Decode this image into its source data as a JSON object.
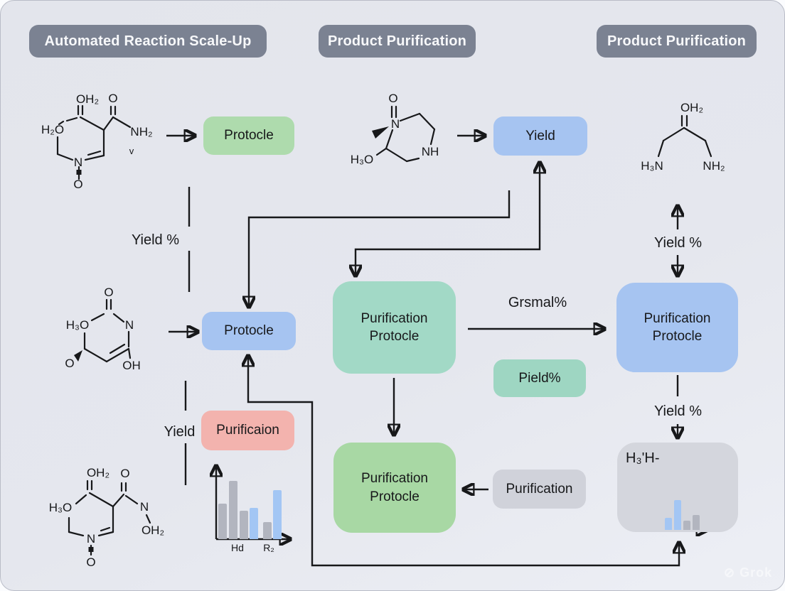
{
  "headers": {
    "h1": "Automated Reaction Scale-Up",
    "h2": "Product Purification",
    "h3": "Product Purification"
  },
  "boxes": {
    "protocle_green": "Protocle",
    "yield_blue": "Yield",
    "protocle_blue": "Protocle",
    "teal_center": {
      "line1": "Purification",
      "line2": "Protocle"
    },
    "purificaion_red": "Purificaion",
    "green_bottom": {
      "line1": "Purification",
      "line2": "Protocle"
    },
    "pield_teal": "Pield%",
    "purification_gray": "Purification",
    "blue_right": {
      "line1": "Purification",
      "line2": "Protocle"
    },
    "hist_label": "H₃'H-"
  },
  "labels": {
    "yield_pct_left": "Yield %",
    "yield_left": "Yield",
    "grsmal": "Grsmal%",
    "yield_pct_right_top": "Yield %",
    "yield_pct_right_bottom": "Yield %"
  },
  "molecules": {
    "mol1": {
      "labels": [
        "OH₂",
        "O",
        "H₂O",
        "NH₂",
        "N",
        "O",
        "v"
      ]
    },
    "mol2": {
      "labels": [
        "O",
        "N",
        "NH",
        "H₃O"
      ]
    },
    "mol3": {
      "labels": [
        "OH₂",
        "H₃N",
        "NH₂"
      ]
    },
    "mol4": {
      "labels": [
        "O",
        "H₃O",
        "N",
        "O",
        "OH"
      ]
    },
    "mol5": {
      "labels": [
        "OH₂",
        "O",
        "H₃O",
        "N",
        "O",
        "N",
        "OH₂"
      ]
    }
  },
  "chart_data": [
    {
      "id": "left",
      "type": "bar",
      "title": "",
      "x_labels": [
        "Hd",
        "R₂"
      ],
      "units": "px-approx (no axis scale shown)",
      "bars": [
        {
          "value": 50,
          "color": "gray"
        },
        {
          "value": 82,
          "color": "gray"
        },
        {
          "value": 40,
          "color": "gray"
        },
        {
          "value": 44,
          "color": "blue"
        },
        {
          "value": 24,
          "color": "gray"
        },
        {
          "value": 69,
          "color": "blue"
        }
      ]
    },
    {
      "id": "mini",
      "type": "bar",
      "title": "",
      "x_labels": [],
      "units": "px-approx (no axis scale shown)",
      "bars": [
        {
          "value": 17,
          "color": "blue"
        },
        {
          "value": 42,
          "color": "blue"
        },
        {
          "value": 13,
          "color": "gray"
        },
        {
          "value": 21,
          "color": "gray"
        }
      ]
    }
  ],
  "watermark": {
    "text": "Grok"
  },
  "colors": {
    "background": "#e4e6ed",
    "header_gray": "#7b8292",
    "green_box": "#aedbad",
    "blue_box": "#a6c4f1",
    "teal_box": "#a2d9c6",
    "red_box": "#f3b3ae",
    "pield_teal": "#9ed6c2",
    "gray_box": "#d0d2da",
    "gray_chart_box": "#d4d6dd",
    "bar_gray": "#b2b5bf",
    "bar_blue": "#a3c6f4",
    "line": "#17181a"
  }
}
